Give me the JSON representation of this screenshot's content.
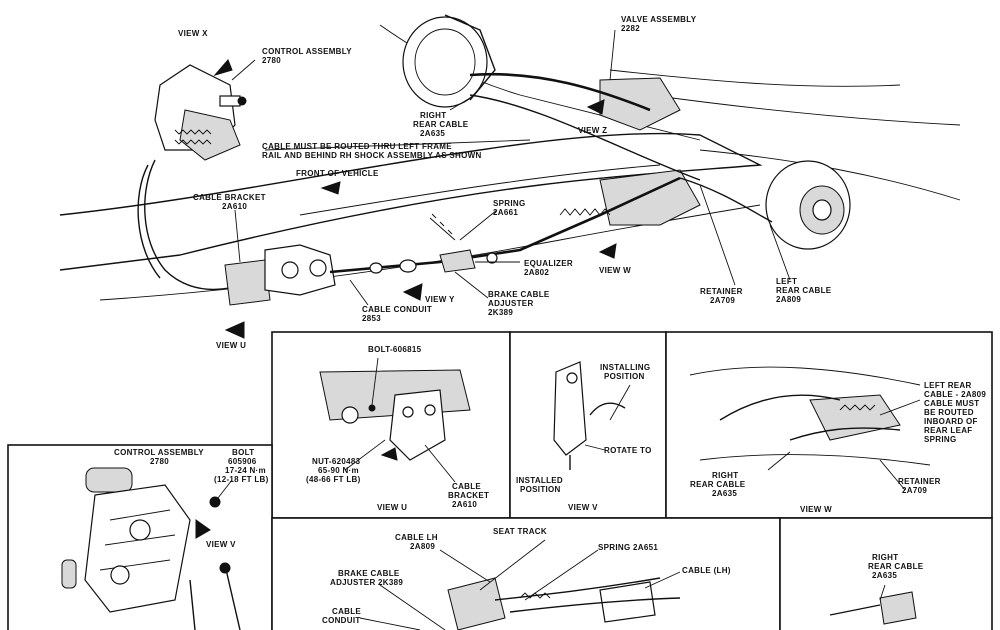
{
  "labels": {
    "view_x": "VIEW X",
    "control_assembly": "CONTROL ASSEMBLY",
    "control_assembly_num": "2780",
    "valve_assembly": "VALVE ASSEMBLY",
    "valve_assembly_num": "2282",
    "right_rear_cable_1": "RIGHT",
    "right_rear_cable_2": "REAR CABLE",
    "right_rear_cable_3": "2A635",
    "view_z": "VIEW Z",
    "routing_note_1": "CABLE MUST BE ROUTED THRU LEFT FRAME",
    "routing_note_2": "RAIL AND BEHIND RH SHOCK ASSEMBLY AS SHOWN",
    "front_of_vehicle": "FRONT OF VEHICLE",
    "cable_bracket_1": "CABLE BRACKET",
    "cable_bracket_2": "2A610",
    "spring_1": "SPRING",
    "spring_2": "2A661",
    "equalizer_1": "EQUALIZER",
    "equalizer_2": "2A802",
    "view_w": "VIEW W",
    "retainer_1": "RETAINER",
    "retainer_2": "2A709",
    "left_rear_cable_1": "LEFT",
    "left_rear_cable_2": "REAR CABLE",
    "left_rear_cable_3": "2A809",
    "brake_cable_adjuster_1": "BRAKE CABLE",
    "brake_cable_adjuster_2": "ADJUSTER",
    "brake_cable_adjuster_3": "2K389",
    "view_y": "VIEW Y",
    "cable_conduit_1": "CABLE CONDUIT",
    "cable_conduit_2": "2853",
    "view_u": "VIEW U"
  },
  "panel_u": {
    "bolt": "BOLT-606815",
    "nut_1": "NUT-620483",
    "nut_2": "65-90 N·m",
    "nut_3": "(48-66 FT LB)",
    "cable_1": "CABLE",
    "cable_2": "BRACKET",
    "cable_3": "2A610",
    "caption": "VIEW U"
  },
  "panel_v": {
    "installing_1": "INSTALLING",
    "installing_2": "POSITION",
    "rotate": "ROTATE TO",
    "installed_1": "INSTALLED",
    "installed_2": "POSITION",
    "caption": "VIEW V"
  },
  "panel_w": {
    "note_1": "LEFT REAR",
    "note_2": "CABLE - 2A809",
    "note_3": "CABLE MUST",
    "note_4": "BE ROUTED",
    "note_5": "INBOARD OF",
    "note_6": "REAR LEAF",
    "note_7": "SPRING",
    "right_1": "RIGHT",
    "right_2": "REAR CABLE",
    "right_3": "2A635",
    "retainer_1": "RETAINER",
    "retainer_2": "2A709",
    "caption": "VIEW W"
  },
  "panel_ctrl": {
    "title_1": "CONTROL ASSEMBLY",
    "title_2": "2780",
    "bolt_1": "BOLT",
    "bolt_2": "605906",
    "bolt_3": "17-24 N·m",
    "bolt_4": "(12-18 FT LB)",
    "view_v": "VIEW V"
  },
  "panel_bottom": {
    "cable_lh_1": "CABLE  LH",
    "cable_lh_2": "2A809",
    "seat_track": "SEAT TRACK",
    "spring": "SPRING  2A651",
    "cable_lh_3": "CABLE (LH)",
    "adjuster_1": "BRAKE CABLE",
    "adjuster_2": "ADJUSTER  2K389",
    "conduit_1": "CABLE",
    "conduit_2": "CONDUIT",
    "right_1": "RIGHT",
    "right_2": "REAR CABLE",
    "right_3": "2A635"
  }
}
